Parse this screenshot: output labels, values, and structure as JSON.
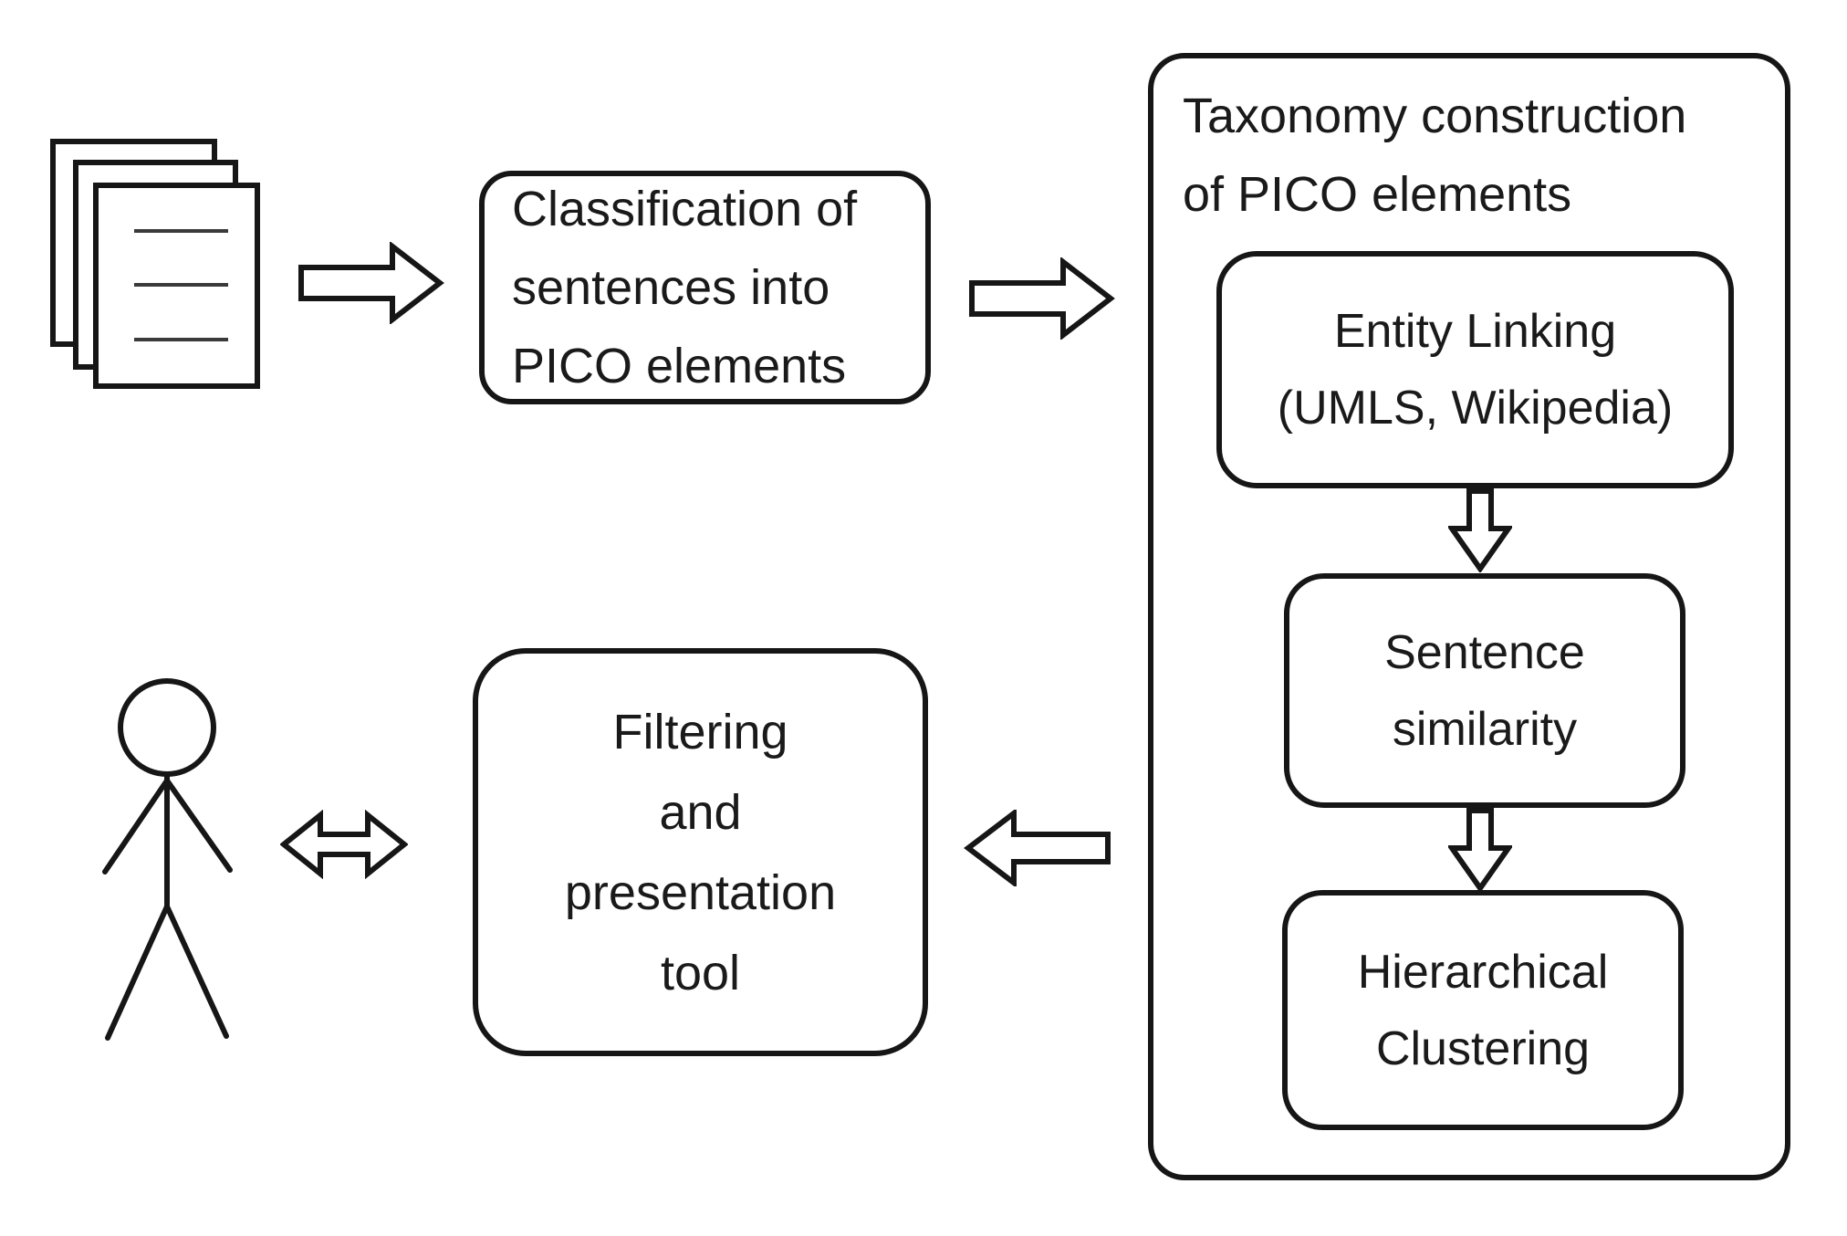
{
  "diagram": {
    "background": "#ffffff",
    "ink_color": "#161616",
    "text_color": "#1a1a1a",
    "boxes": {
      "classification": {
        "lines": [
          "Classification of",
          "sentences into",
          "PICO elements"
        ]
      },
      "taxonomy_container": {
        "title_lines": [
          "Taxonomy construction",
          "of PICO elements"
        ]
      },
      "entity_linking": {
        "lines": [
          "Entity Linking",
          "(UMLS, Wikipedia)"
        ]
      },
      "sentence_similarity": {
        "lines": [
          "Sentence",
          "similarity"
        ]
      },
      "hierarchical_clustering": {
        "lines": [
          "Hierarchical",
          "Clustering"
        ]
      },
      "filtering_tool": {
        "lines": [
          "Filtering",
          "and",
          "presentation",
          "tool"
        ]
      }
    },
    "icons": {
      "documents": "document-stack-icon",
      "user": "person-stick-figure-icon",
      "arrow_docs_to_classification": "arrow-right-icon",
      "arrow_classification_to_taxonomy": "arrow-right-icon",
      "arrow_entity_to_sentence": "arrow-down-icon",
      "arrow_sentence_to_clustering": "arrow-down-icon",
      "arrow_taxonomy_to_filtering": "arrow-left-icon",
      "arrow_user_filtering": "arrow-left-right-icon"
    }
  }
}
